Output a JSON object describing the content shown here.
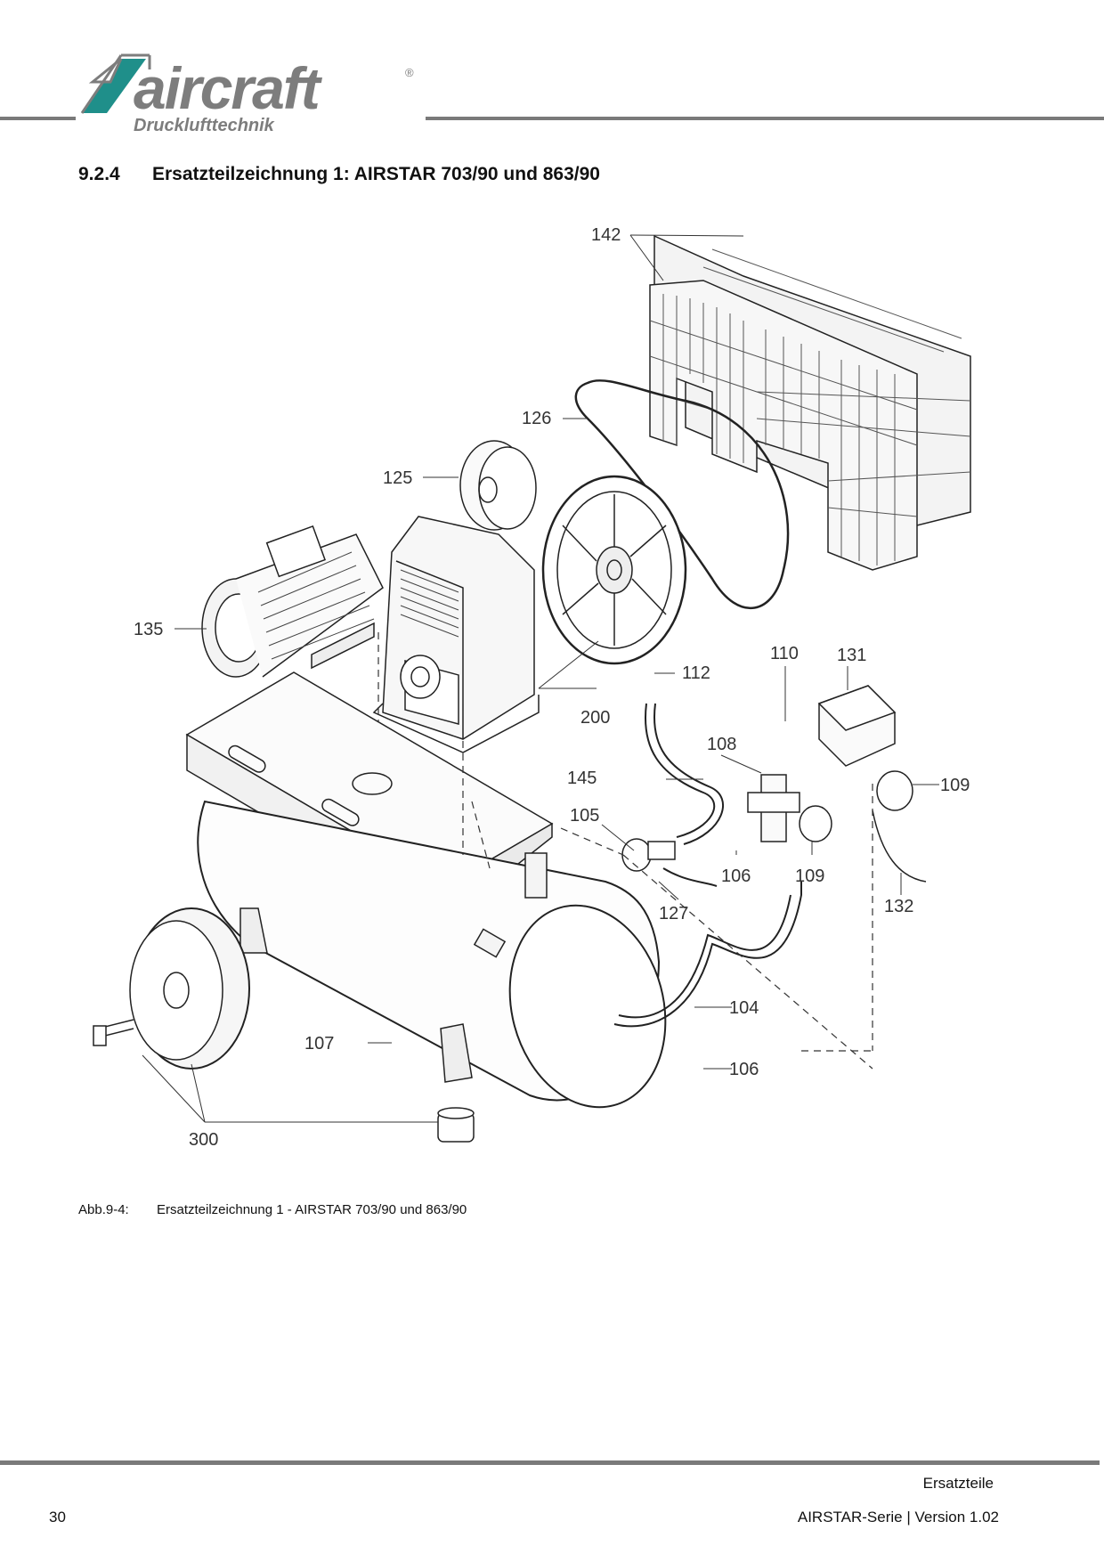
{
  "header": {
    "brand": "aircraft",
    "registered_mark": "®",
    "subtitle": "Drucklufttechnik"
  },
  "section": {
    "number": "9.2.4",
    "title": "Ersatzteilzeichnung 1: AIRSTAR 703/90 und 863/90"
  },
  "drawing": {
    "part_labels": [
      "142",
      "126",
      "125",
      "135",
      "110",
      "131",
      "112",
      "200",
      "108",
      "145",
      "109",
      "105",
      "106",
      "109",
      "127",
      "132",
      "104",
      "107",
      "106",
      "300"
    ]
  },
  "caption": {
    "label": "Abb.9-4:",
    "text": "Ersatzteilzeichnung 1 - AIRSTAR 703/90 und 863/90"
  },
  "footer": {
    "section_name": "Ersatzteile",
    "page_number": "30",
    "document": "AIRSTAR-Serie |  Version 1.02"
  },
  "colors": {
    "logo_teal": "#1f8f8a",
    "logo_gray": "#7d7d7d",
    "rule_gray": "#7a7a7a"
  }
}
